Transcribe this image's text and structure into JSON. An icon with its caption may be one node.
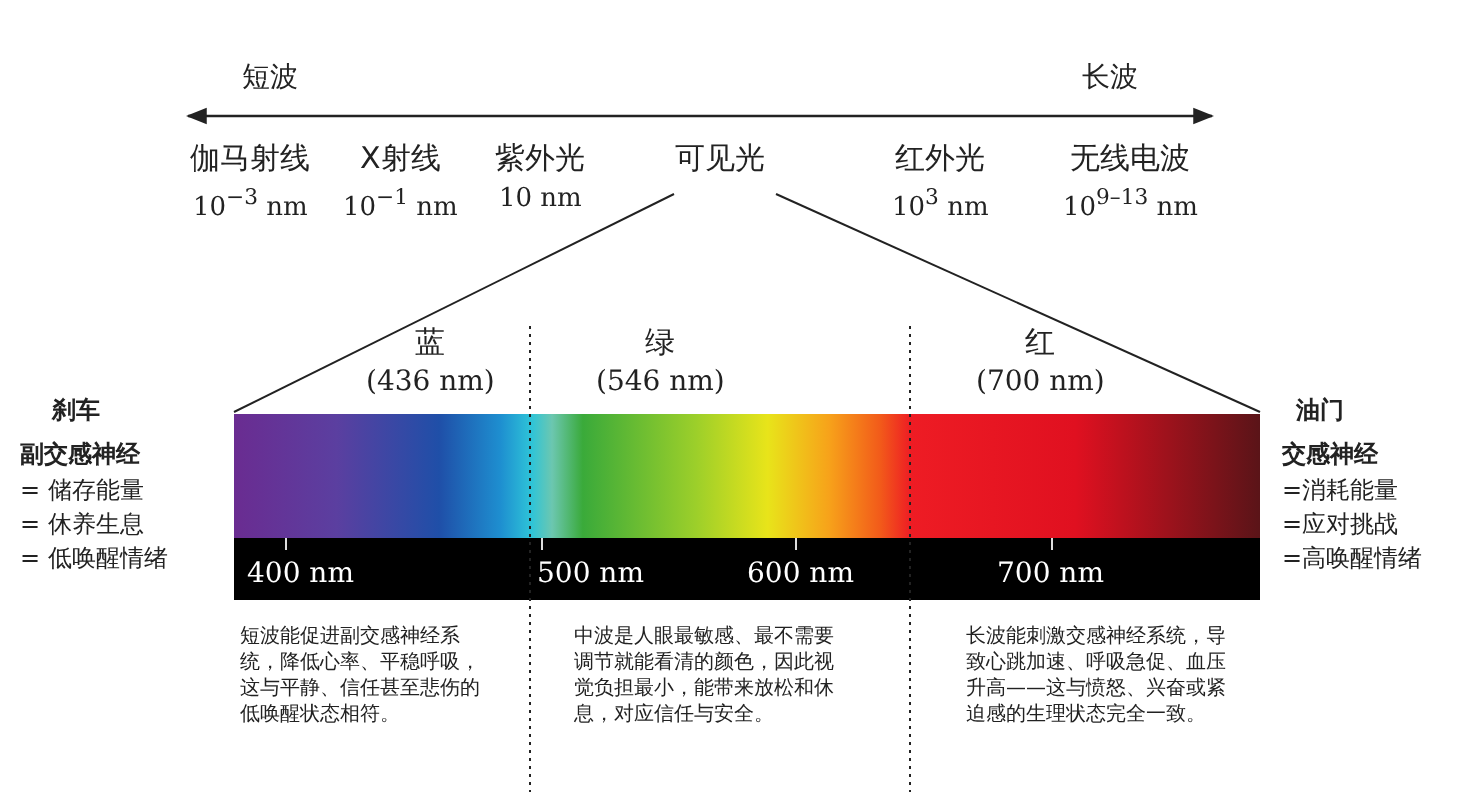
{
  "diagram": {
    "labels": [
      "短波",
      "长波",
      "伽马射线",
      "10$^{−3}$ nm",
      "X射线",
      "10$^{−1}$ nm",
      "紫外光",
      "10 nm",
      "可见光",
      "红外光",
      "10$^{3}$ nm",
      "无线电波",
      "10$^{9–13}$ nm",
      "蓝",
      "(436 nm)",
      "绿",
      "(546 nm)",
      "红",
      "(700 nm)",
      "刹车",
      "副交感神经",
      "= 储存能量",
      "= 休养生息",
      "= 低唤醒情绪",
      "油门",
      "交感神经",
      "=消耗能量",
      "=应对挑战",
      "=高唤醒情绪",
      "400 nm",
      "500 nm",
      "600 nm",
      "700 nm",
      "短波能促进副交感神经系统，降低心率、平稳呼吸，这与平静、信任甚至悲伤的低唤醒状态相符。",
      "中波是人眼最敏感、最不需要调节就能看清的颜色，因此视觉负担最小，能带来放松和休息，对应信任与安全。",
      "长波能刺激交感神经系统，导致心跳加速、呼吸急促、血压升高——这与愤怒、兴奋或紧迫感的生理状态完全一致。"
    ]
  }
}
